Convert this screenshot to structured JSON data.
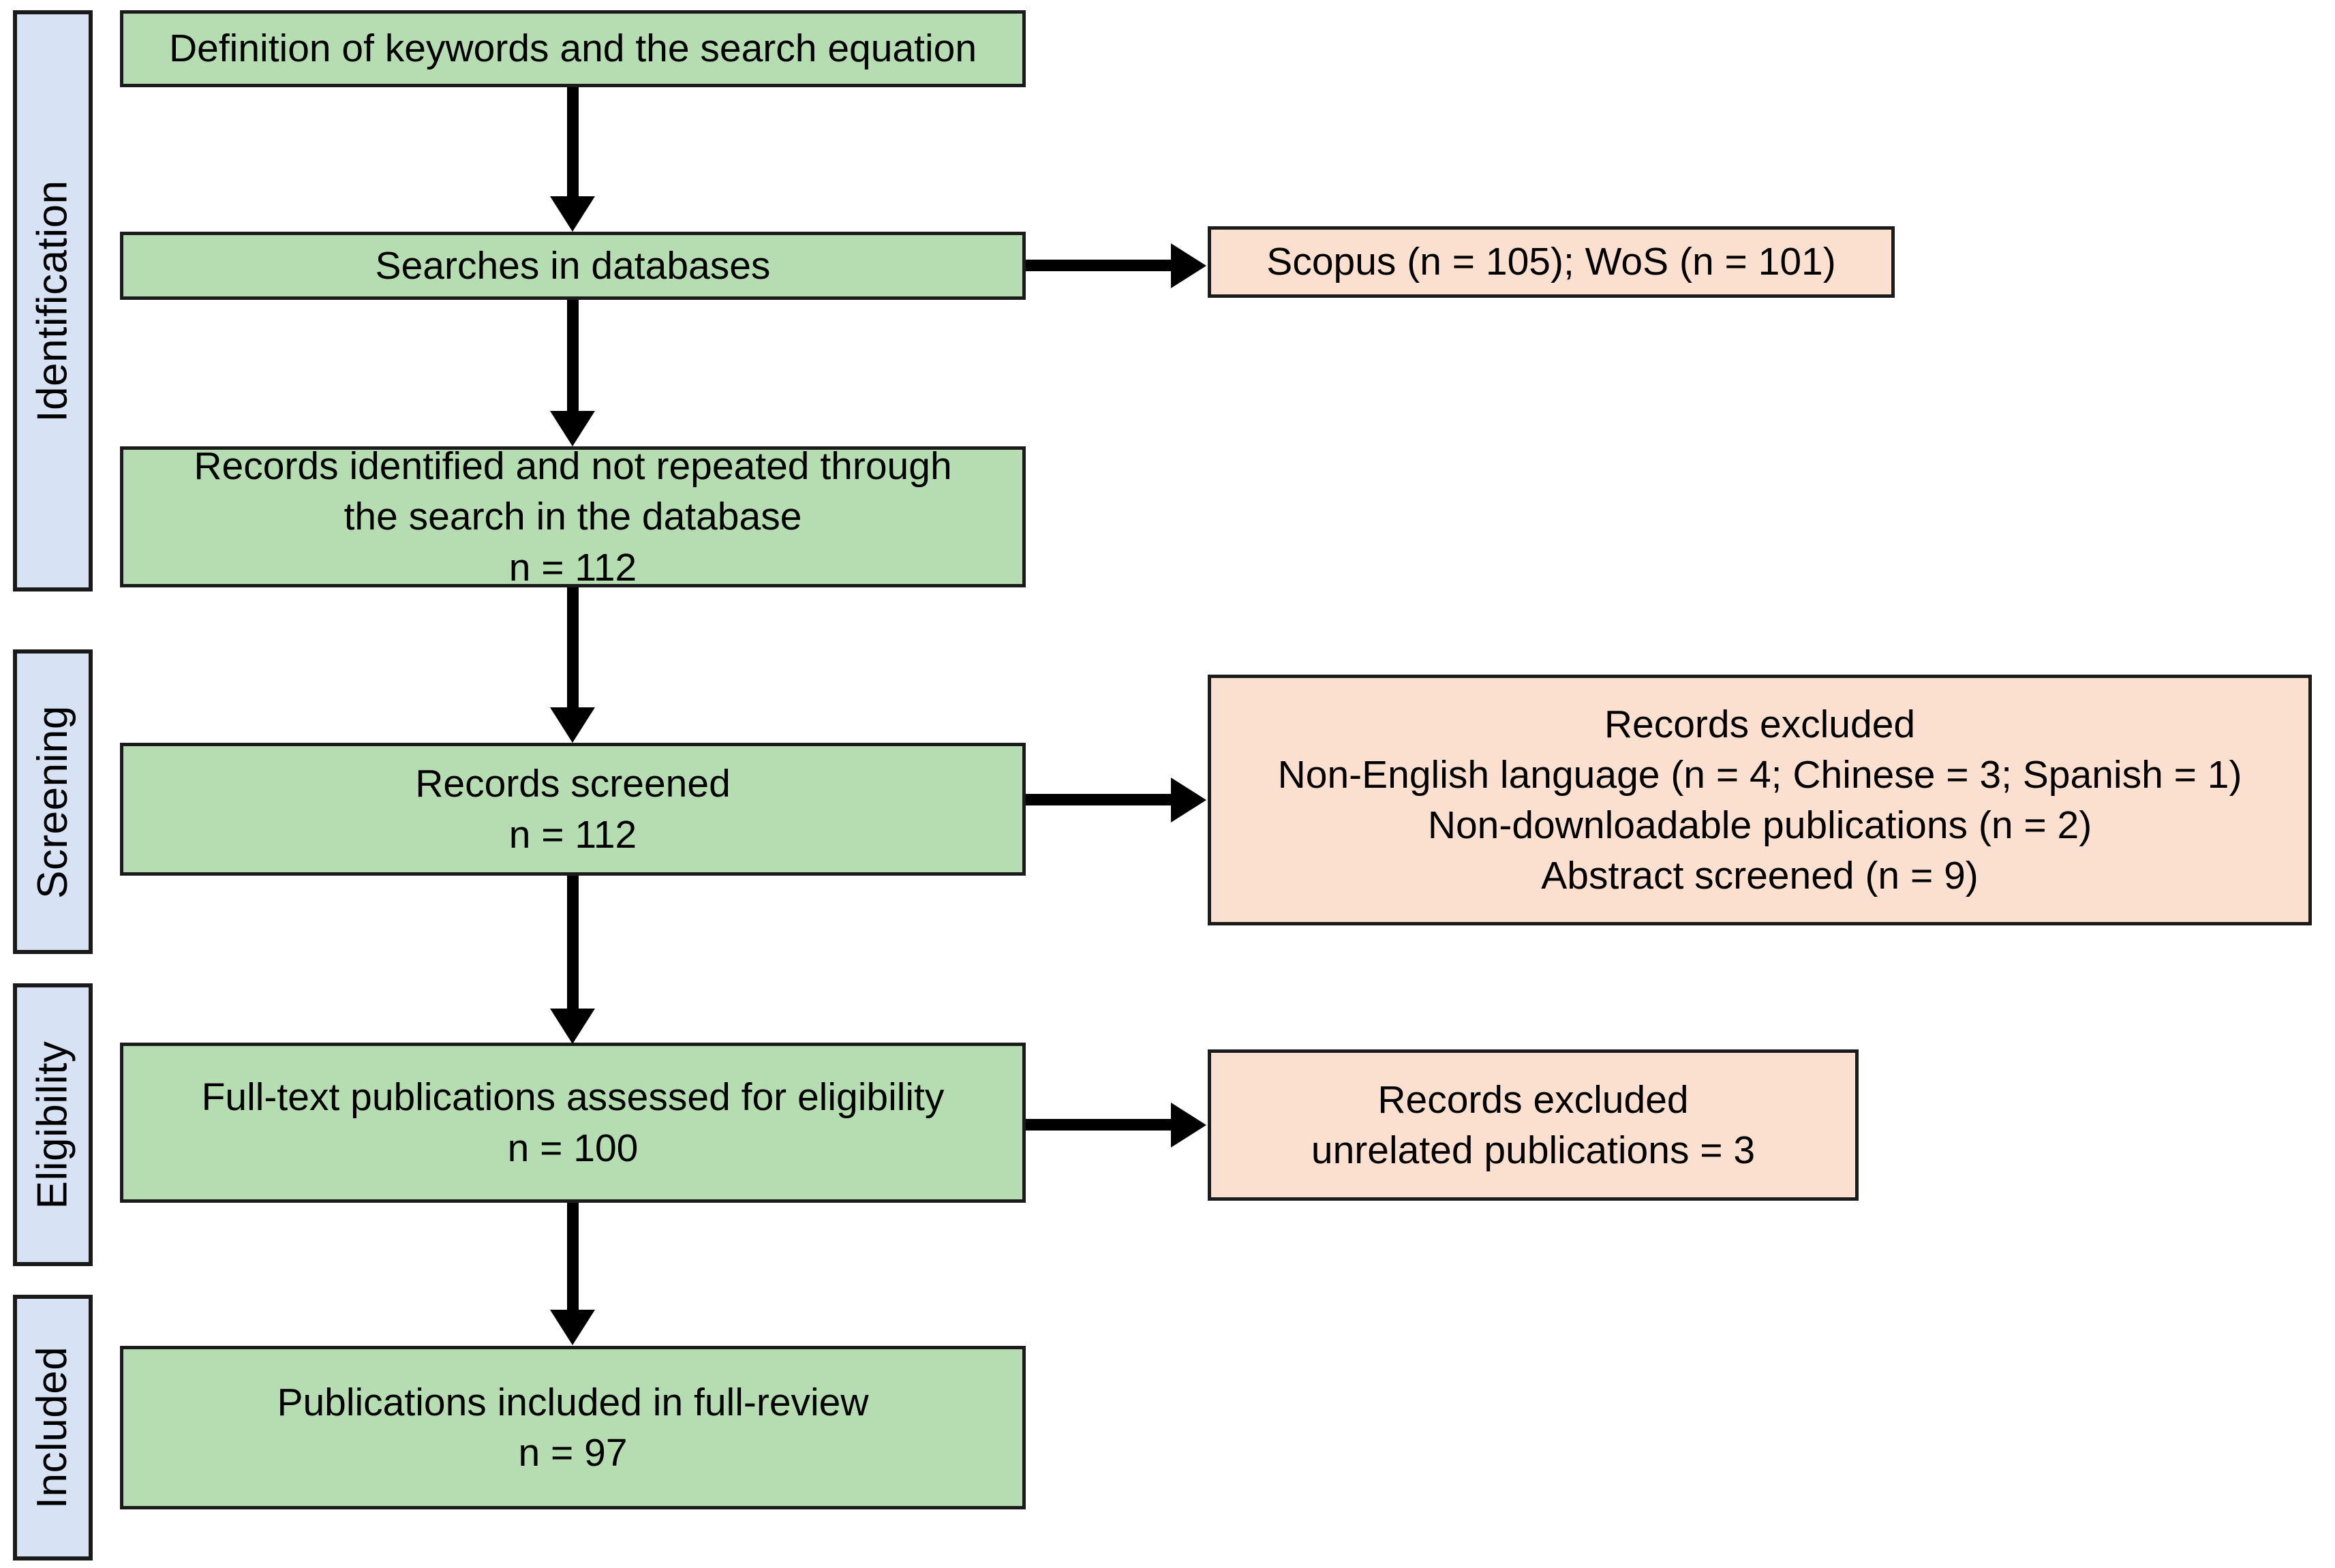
{
  "diagram": {
    "type": "prisma-flow-diagram",
    "colors": {
      "stage_fill": "#d7e3f4",
      "process_fill": "#b6dcb1",
      "exclusion_fill": "#fbdfcf",
      "border": "#1b1b1b",
      "arrow": "#000000",
      "background": "#ffffff"
    }
  },
  "stages": [
    {
      "id": "identification",
      "label": "Identification"
    },
    {
      "id": "screening",
      "label": "Screening"
    },
    {
      "id": "eligibility",
      "label": "Eligibility"
    },
    {
      "id": "included",
      "label": "Included"
    }
  ],
  "process_nodes": [
    {
      "id": "definition-keywords",
      "lines": [
        "Definition of keywords and the search equation"
      ]
    },
    {
      "id": "searches-databases",
      "lines": [
        "Searches in databases"
      ]
    },
    {
      "id": "records-identified",
      "lines": [
        "Records identified and not repeated through",
        "the search in the database",
        "n = 112"
      ]
    },
    {
      "id": "records-screened",
      "lines": [
        "Records screened",
        "n = 112"
      ]
    },
    {
      "id": "fulltext-assessed",
      "lines": [
        "Full-text publications assessed for eligibility",
        "n = 100"
      ]
    },
    {
      "id": "publications-included",
      "lines": [
        "Publications included in full-review",
        "n = 97"
      ]
    }
  ],
  "side_nodes": [
    {
      "id": "database-counts",
      "lines": [
        "Scopus (n = 105); WoS (n = 101)"
      ]
    },
    {
      "id": "records-excluded-screening",
      "lines": [
        "Records excluded",
        "Non-English language (n = 4; Chinese = 3; Spanish = 1)",
        "Non-downloadable publications (n = 2)",
        "Abstract screened (n = 9)"
      ]
    },
    {
      "id": "records-excluded-eligibility",
      "lines": [
        "Records excluded",
        "unrelated publications = 3"
      ]
    }
  ],
  "counts": {
    "scopus": 105,
    "wos": 101,
    "records_identified": 112,
    "records_screened": 112,
    "non_english": 4,
    "chinese": 3,
    "spanish": 1,
    "non_downloadable": 2,
    "abstract_screened": 9,
    "fulltext_assessed": 100,
    "unrelated_publications": 3,
    "publications_included": 97
  }
}
